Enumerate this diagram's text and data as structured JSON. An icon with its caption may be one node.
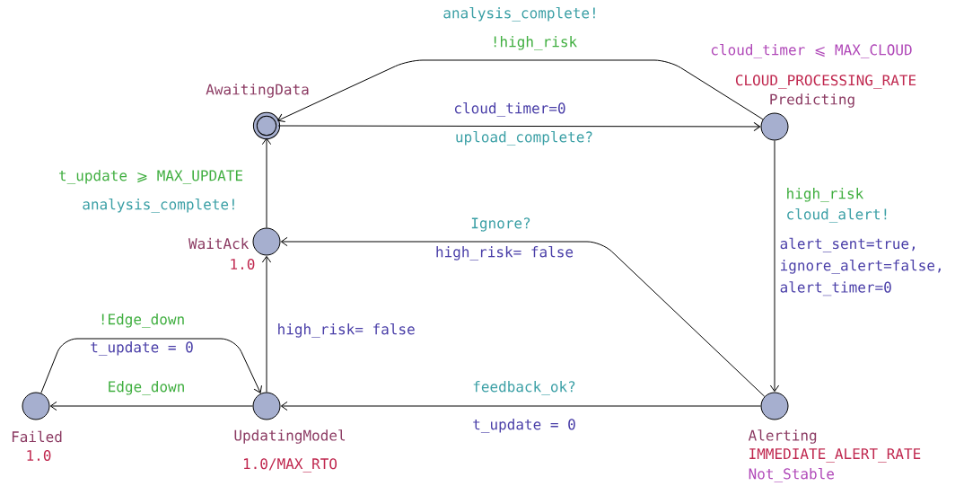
{
  "diagram": {
    "nodes": [
      {
        "text": [
          "AwaitingData"
        ]
      },
      {
        "text": [
          "Predicting"
        ],
        "beside": [
          "cloud_timer ⩽ MAX_CLOUD",
          "CLOUD_PROCESSING_RATE"
        ]
      },
      {
        "text": [
          "WaitAck"
        ],
        "beside": [
          "1.0"
        ]
      },
      {
        "text": [
          "Failed"
        ],
        "beside": [
          "1.0"
        ]
      },
      {
        "text": [
          "UpdatingModel"
        ],
        "beside": [
          "1.0/MAX_RTO"
        ]
      },
      {
        "text": [
          "Alerting"
        ],
        "beside": [
          "IMMEDIATE_ALERT_RATE",
          "Not_Stable"
        ]
      }
    ],
    "edges": [
      {
        "from": 1,
        "to": 0,
        "arrow": "to",
        "label": [
          "analysis_complete!",
          "!high_risk"
        ]
      },
      {
        "from": 0,
        "to": 1,
        "arrow": "to",
        "label": [
          "cloud_timer=0",
          "upload_complete?"
        ]
      },
      {
        "from": 1,
        "to": 5,
        "arrow": "to",
        "label": [
          "high_risk",
          "cloud_alert!",
          "alert_sent=true, ignore_alert=false, alert_timer=0"
        ]
      },
      {
        "from": 5,
        "to": 2,
        "arrow": "to",
        "label": [
          "Ignore?",
          "high_risk= false"
        ]
      },
      {
        "from": 2,
        "to": 0,
        "arrow": "to",
        "label": [
          "t_update ⩾ MAX_UPDATE",
          "analysis_complete!"
        ]
      },
      {
        "from": 4,
        "to": 2,
        "arrow": "to",
        "label": [
          "high_risk= false"
        ]
      },
      {
        "from": 5,
        "to": 4,
        "arrow": "to",
        "label": [
          "feedback_ok?",
          "t_update = 0"
        ]
      },
      {
        "from": 4,
        "to": 3,
        "arrow": "to",
        "label": [
          "Edge_down"
        ]
      },
      {
        "from": 3,
        "to": 4,
        "arrow": "to",
        "label": [
          "!Edge_down",
          "t_update = 0"
        ]
      }
    ]
  }
}
